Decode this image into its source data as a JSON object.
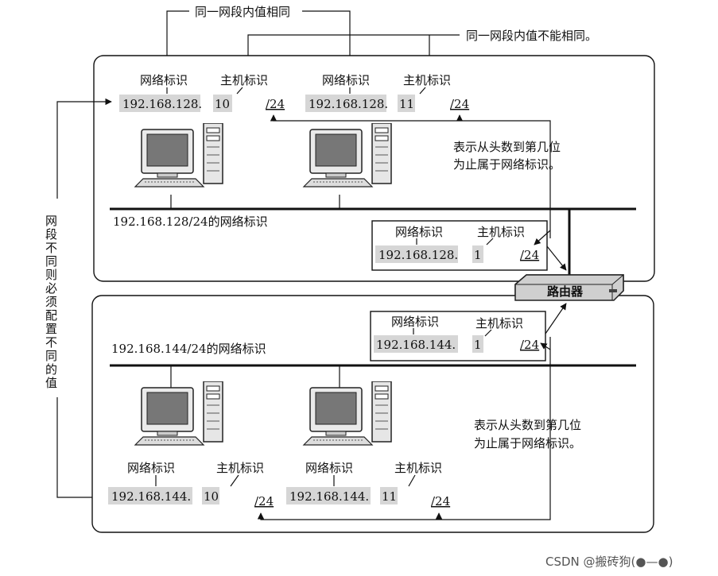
{
  "top_label_same": "同一网段内值相同",
  "top_label_diff": "同一网段内值不能相同。",
  "side_label": "网段不同则必须配置不同的值",
  "net_id_label": "网络标识",
  "host_id_label": "主机标识",
  "net1": {
    "caption": "192.168.128/24的网络标识",
    "pc1": {
      "net": "192.168.128.",
      "host": "10",
      "prefix": "/24"
    },
    "pc2": {
      "net": "192.168.128.",
      "host": "11",
      "prefix": "/24"
    },
    "router_if": {
      "net": "192.168.128.",
      "host": "1",
      "prefix": "/24"
    },
    "note_line1": "表示从头数到第几位",
    "note_line2": "为止属于网络标识。"
  },
  "net2": {
    "caption": "192.168.144/24的网络标识",
    "pc1": {
      "net": "192.168.144.",
      "host": "10",
      "prefix": "/24"
    },
    "pc2": {
      "net": "192.168.144.",
      "host": "11",
      "prefix": "/24"
    },
    "router_if": {
      "net": "192.168.144.",
      "host": "1",
      "prefix": "/24"
    },
    "note_line1": "表示从头数到第几位",
    "note_line2": "为止属于网络标识。"
  },
  "router_label": "路由器",
  "watermark": "CSDN @搬砖狗(●—●)"
}
